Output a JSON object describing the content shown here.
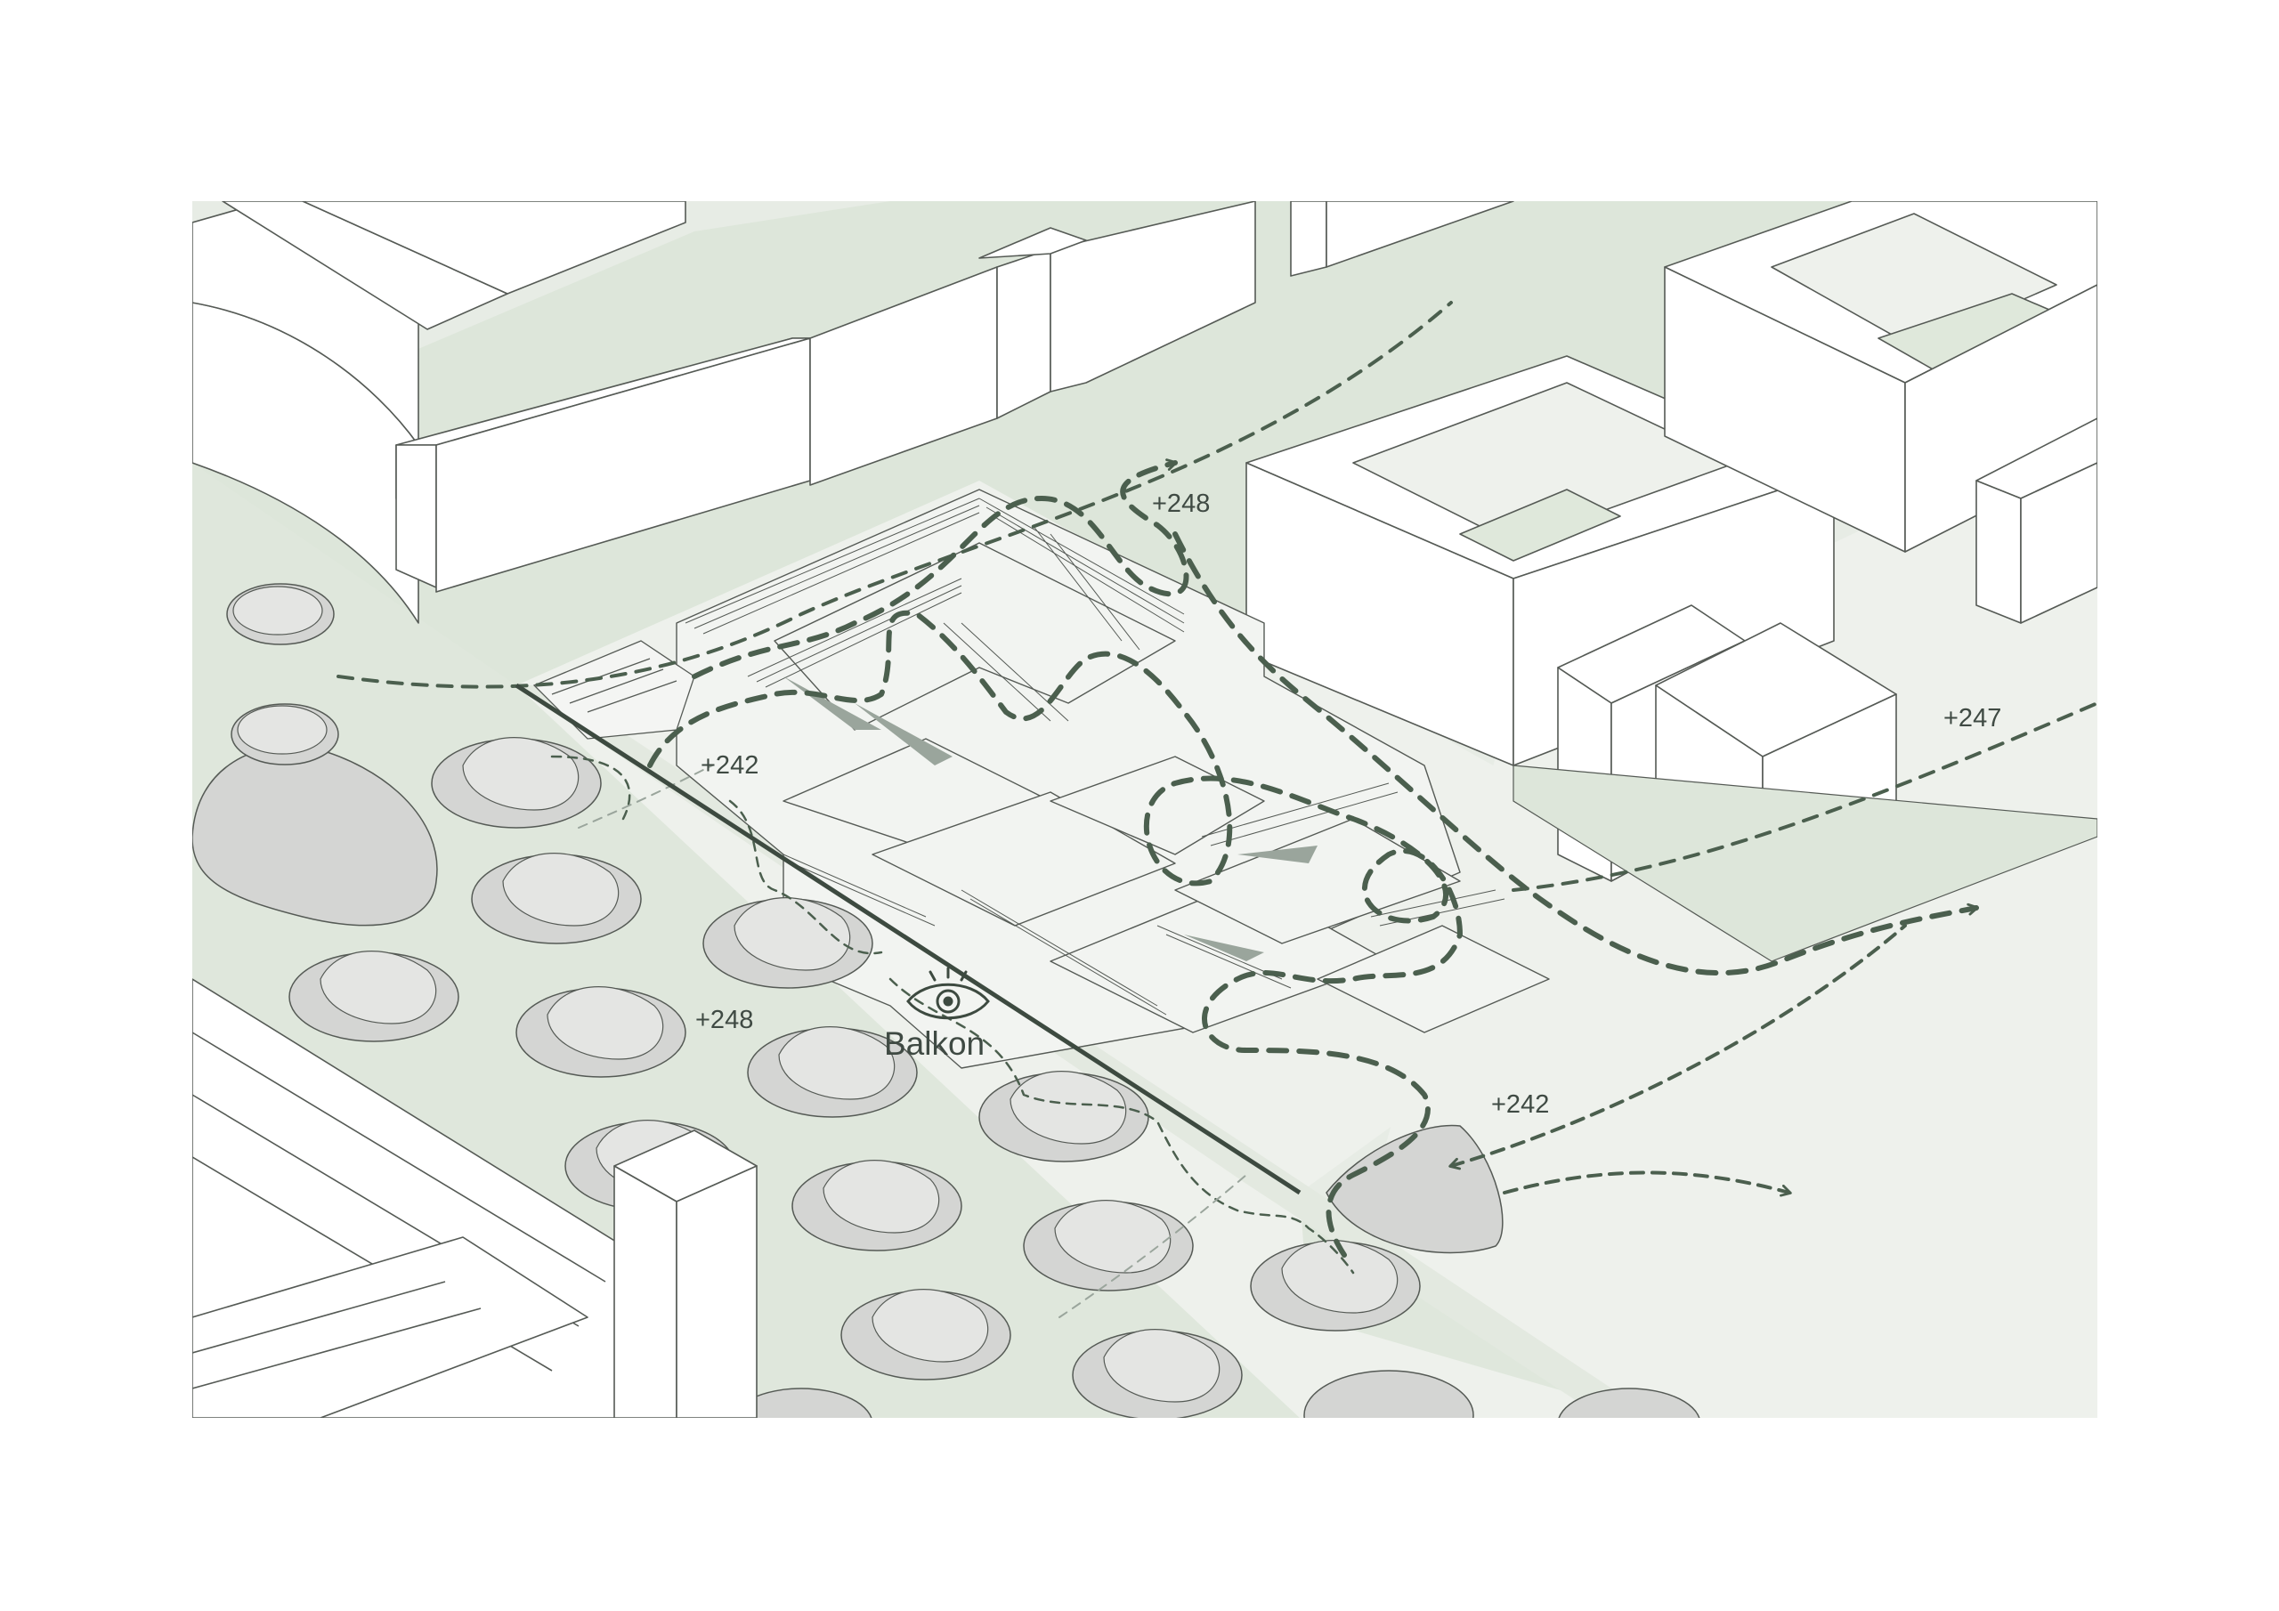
{
  "labels": {
    "elev_top": "+248",
    "elev_left": "+242",
    "elev_right": "+247",
    "elev_bottom_left": "+248",
    "elev_bottom_right": "+242",
    "viewpoint": "Balkon"
  },
  "icons": {
    "viewpoint": "eye-icon"
  },
  "colors": {
    "ground_light": "#e6ece4",
    "ground_green": "#d9e3d6",
    "plaza": "#eef1ec",
    "building_fill": "#ffffff",
    "line": "#555a55",
    "path": "#4b5f4e",
    "tree": "#d4d5d3",
    "tree_inner": "#e4e5e3",
    "balcony_line": "#3d4a40"
  }
}
